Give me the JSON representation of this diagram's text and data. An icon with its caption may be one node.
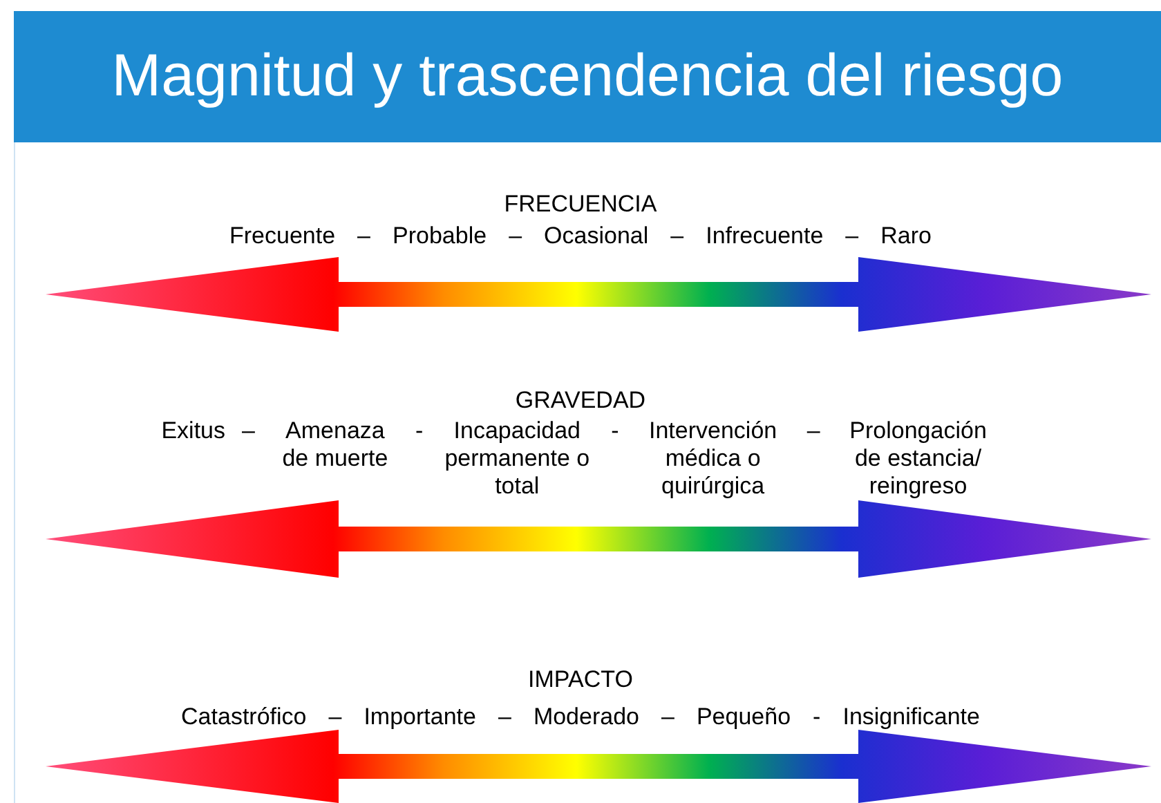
{
  "diagram": {
    "title": "Magnitud y trascendencia del riesgo",
    "labels": [
      "FRECUENCIA",
      "Frecuente",
      "–",
      "Probable",
      "–",
      "Ocasional",
      "–",
      "Infrecuente",
      "–",
      "Raro",
      "GRAVEDAD",
      "Exitus",
      "–",
      "Amenaza de muerte",
      "-",
      "Incapacidad permanente o total",
      "-",
      "Intervención médica o quirúrgica",
      "–",
      "Prolongación de estancia/ reingreso",
      "IMPACTO",
      "Catastrófico",
      "–",
      "Importante",
      "–",
      "Moderado",
      "–",
      "Pequeño",
      "-",
      "Insignificante"
    ]
  }
}
